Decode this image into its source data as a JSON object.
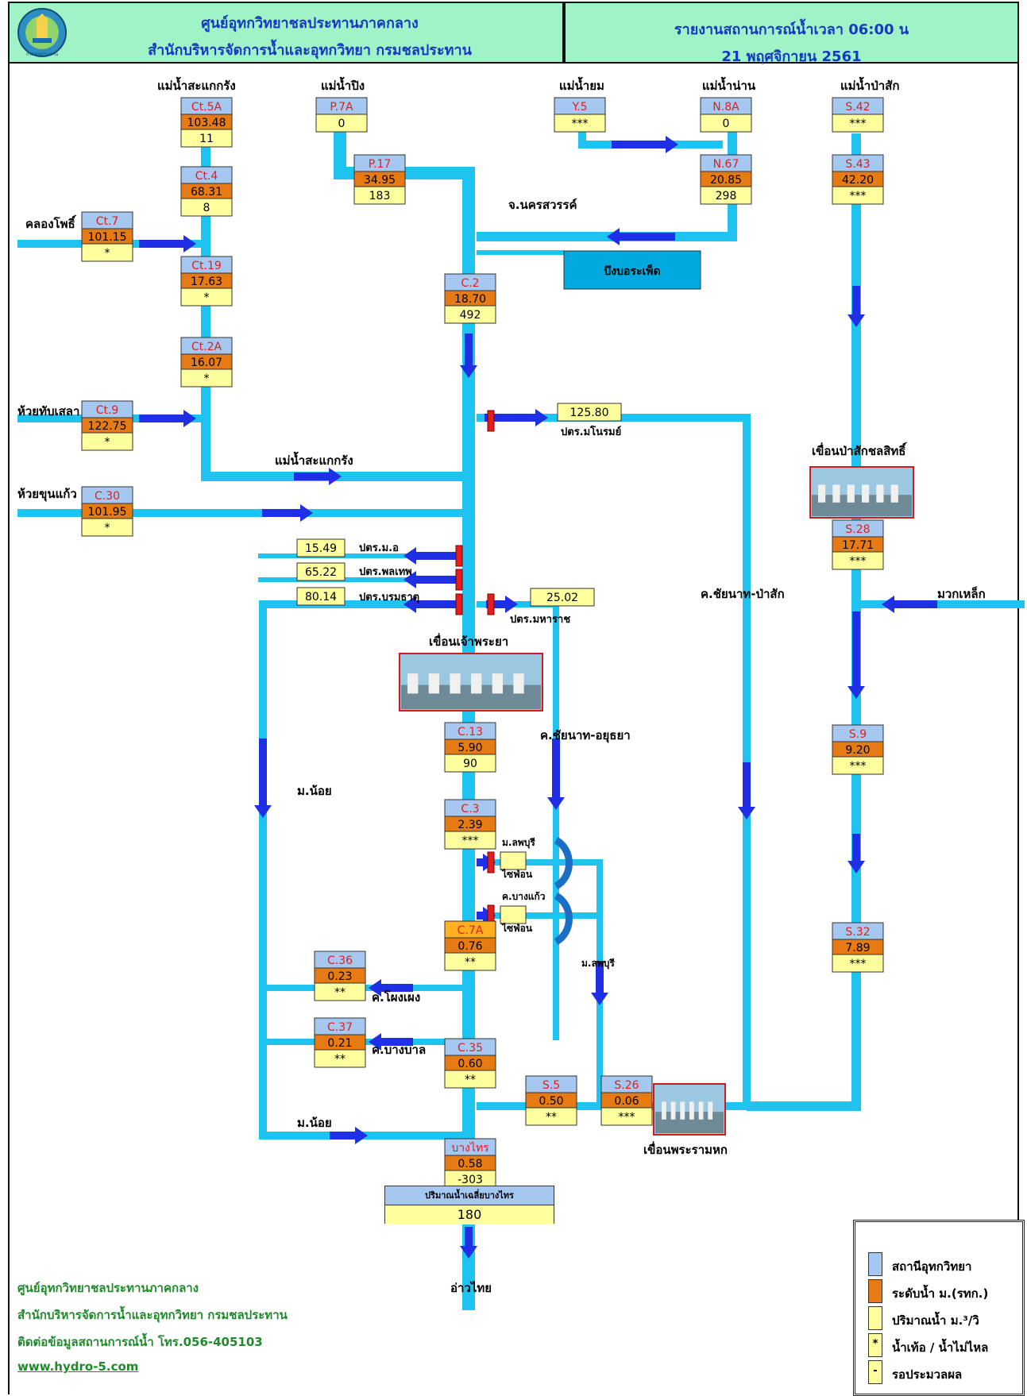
{
  "header": {
    "left_line1": "ศูนย์อุทกวิทยาชลประทานภาคกลาง",
    "left_line2": "สำนักบริหารจัดการน้ำและอุทกวิทยา กรมชลประทาน",
    "right_line1": "รายงานสถานการณ์น้ำเวลา 06:00 น",
    "right_line2": "21 พฤศจิกายน 2561",
    "logo_text": "กรมชลประทาน"
  },
  "colors": {
    "header_bg": "#9ff3c6",
    "river": "#1ec3f0",
    "arrow": "#1e2fe6",
    "station_id_bg": "#a6c8f0",
    "level_bg": "#e67a14",
    "flow_bg": "#ffff9e",
    "gate": "#e21d1d",
    "title_text": "#1638c4",
    "station_id_text": "#e21d1d",
    "footer_text": "#1f8a2a"
  },
  "stations": [
    {
      "id": "Ct.5A",
      "level": "103.48",
      "flow": "11"
    },
    {
      "id": "Ct.4",
      "level": "68.31",
      "flow": "8"
    },
    {
      "id": "Ct.7",
      "level": "101.15",
      "flow": "*"
    },
    {
      "id": "Ct.19",
      "level": "17.63",
      "flow": "*"
    },
    {
      "id": "Ct.2A",
      "level": "16.07",
      "flow": "*"
    },
    {
      "id": "Ct.9",
      "level": "122.75",
      "flow": "*"
    },
    {
      "id": "C.30",
      "level": "101.95",
      "flow": "*"
    },
    {
      "id": "P.7A",
      "level": "",
      "flow": "0"
    },
    {
      "id": "P.17",
      "level": "34.95",
      "flow": "183"
    },
    {
      "id": "Y.5",
      "level": "",
      "flow": "***"
    },
    {
      "id": "N.8A",
      "level": "",
      "flow": "0"
    },
    {
      "id": "N.67",
      "level": "20.85",
      "flow": "298"
    },
    {
      "id": "S.42",
      "level": "",
      "flow": "***"
    },
    {
      "id": "S.43",
      "level": "42.20",
      "flow": "***"
    },
    {
      "id": "C.2",
      "level": "18.70",
      "flow": "492"
    },
    {
      "id": "S.28",
      "level": "17.71",
      "flow": "***"
    },
    {
      "id": "C.13",
      "level": "5.90",
      "flow": "90"
    },
    {
      "id": "C.3",
      "level": "2.39",
      "flow": "***"
    },
    {
      "id": "C.7A",
      "level": "0.76",
      "flow": "**"
    },
    {
      "id": "C.36",
      "level": "0.23",
      "flow": "**"
    },
    {
      "id": "C.37",
      "level": "0.21",
      "flow": "**"
    },
    {
      "id": "C.35",
      "level": "0.60",
      "flow": "**"
    },
    {
      "id": "S.5",
      "level": "0.50",
      "flow": "**"
    },
    {
      "id": "S.26",
      "level": "0.06",
      "flow": "***"
    },
    {
      "id": "S.9",
      "level": "9.20",
      "flow": "***"
    },
    {
      "id": "S.32",
      "level": "7.89",
      "flow": "***"
    },
    {
      "id": "บางไทร",
      "level": "0.58",
      "flow": "-303"
    }
  ],
  "flows": [
    {
      "value": "125.80",
      "name": "ปตร.มโนรมย์"
    },
    {
      "value": "15.49",
      "name": "ปตร.ม.อ"
    },
    {
      "value": "65.22",
      "name": "ปตร.พลเทพ"
    },
    {
      "value": "80.14",
      "name": "ปตร.บรมธาตุ"
    },
    {
      "value": "25.02",
      "name": "ปตร.มหาราช"
    }
  ],
  "labels": {
    "river_sakaekrang_top": "แม่น้ำสะแกกรัง",
    "river_ping": "แม่น้ำปิง",
    "river_yom": "แม่น้ำยม",
    "river_nan": "แม่น้ำน่าน",
    "river_pasak": "แม่น้ำป่าสัก",
    "khlong_pho": "คลองโพธิ์",
    "huai_thapsala": "ห้วยทับเสลา",
    "huai_khunkaeo": "ห้วยขุนแก้ว",
    "nakhon_sawan": "จ.นครสวรรค์",
    "bueng_boraphet": "บึงบอระเพ็ด",
    "river_sakaekrang_mid": "แม่น้ำสะแกกรัง",
    "chao_phraya_dam": "เขื่อนเจ้าพระยา",
    "pasak_dam": "เขื่อนป่าสักชลสิทธิ์",
    "chainat_pasak": "ค.ชัยนาท-ป่าสัก",
    "muak_lek": "มวกเหล็ก",
    "chainat_ayutthaya": "ค.ชัยนาท-อยุธยา",
    "noi_river_1": "ม.น้อย",
    "lopburi_river_1": "ม.ลพบุรี",
    "siphon_1": "ไซฟ่อน",
    "bang_kaeo": "ค.บางแก้ว",
    "siphon_2": "ไซฟ่อน",
    "lopburi_river_2": "ม.ลพบุรี",
    "phong_pheng": "ค.โผงเผง",
    "bang_ban": "ค.บางบาล",
    "noi_river_2": "ม.น้อย",
    "rama6_dam": "เขื่อนพระรามหก",
    "gulf": "อ่าวไทย"
  },
  "bangsai_avg": {
    "title": "ปริมาณน้ำเฉลี่ยบางไทร",
    "value": "180"
  },
  "legend": [
    {
      "swatch": "",
      "text": "สถานีอุทกวิทยา"
    },
    {
      "swatch": "",
      "text": "ระดับน้ำ ม.(รทก.)"
    },
    {
      "swatch": "",
      "text": "ปริมาณน้ำ ม.³/วิ"
    },
    {
      "swatch": "*",
      "text": "น้ำเท้อ / น้ำไม่ไหล"
    },
    {
      "swatch": "-",
      "text": "รอประมวลผล"
    }
  ],
  "footer": {
    "line1": "ศูนย์อุทกวิทยาชลประทานภาคกลาง",
    "line2": "สำนักบริหารจัดการน้ำและอุทกวิทยา   กรมชลประทาน",
    "line3": "ติดต่อข้อมูลสถานการณ์น้ำ โทร.056-405103",
    "link": "www.hydro-5.com"
  }
}
